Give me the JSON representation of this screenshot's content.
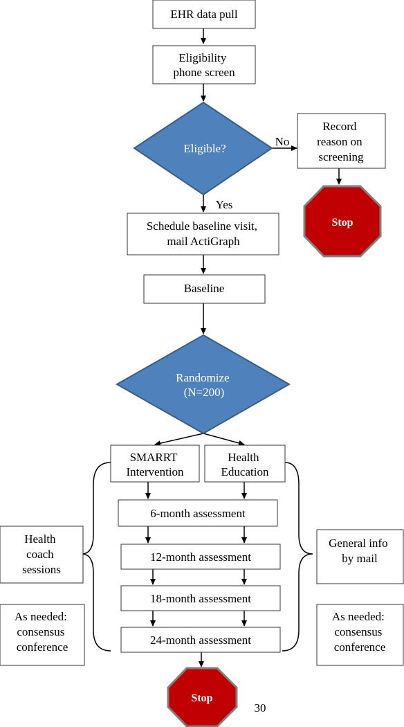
{
  "colors": {
    "box_border": "#333333",
    "diamond_fill": "#4f81bd",
    "diamond_stroke": "#385d8a",
    "diamond_text": "#ffffff",
    "stop_fill": "#c00000",
    "stop_stroke": "#7f7f7f",
    "stop_text": "#ffffff",
    "text": "#000000"
  },
  "flow": {
    "ehr_pull": "EHR data pull",
    "eligibility_screen": [
      "Eligibility",
      "phone screen"
    ],
    "eligible_decision": "Eligible?",
    "no_label": "No",
    "yes_label": "Yes",
    "record_reason": [
      "Record",
      "reason on",
      "screening"
    ],
    "stop_top": "Stop",
    "schedule_visit": [
      "Schedule baseline visit,",
      "mail ActiGraph"
    ],
    "baseline": "Baseline",
    "randomize_decision": [
      "Randomize",
      "(N=200)"
    ],
    "smarrt_arm": [
      "SMARRT",
      "Intervention"
    ],
    "health_ed_arm": [
      "Health",
      "Education"
    ],
    "assessments": [
      "6-month assessment",
      "12-month assessment",
      "18-month assessment",
      "24-month assessment"
    ],
    "stop_bottom": "Stop"
  },
  "side_notes": {
    "health_coach": [
      "Health",
      "coach",
      "sessions"
    ],
    "left_consensus": [
      "As needed:",
      "consensus",
      "conference"
    ],
    "general_info": [
      "General info",
      "by mail"
    ],
    "right_consensus": [
      "As needed:",
      "consensus",
      "conference"
    ]
  },
  "page_number": "30"
}
